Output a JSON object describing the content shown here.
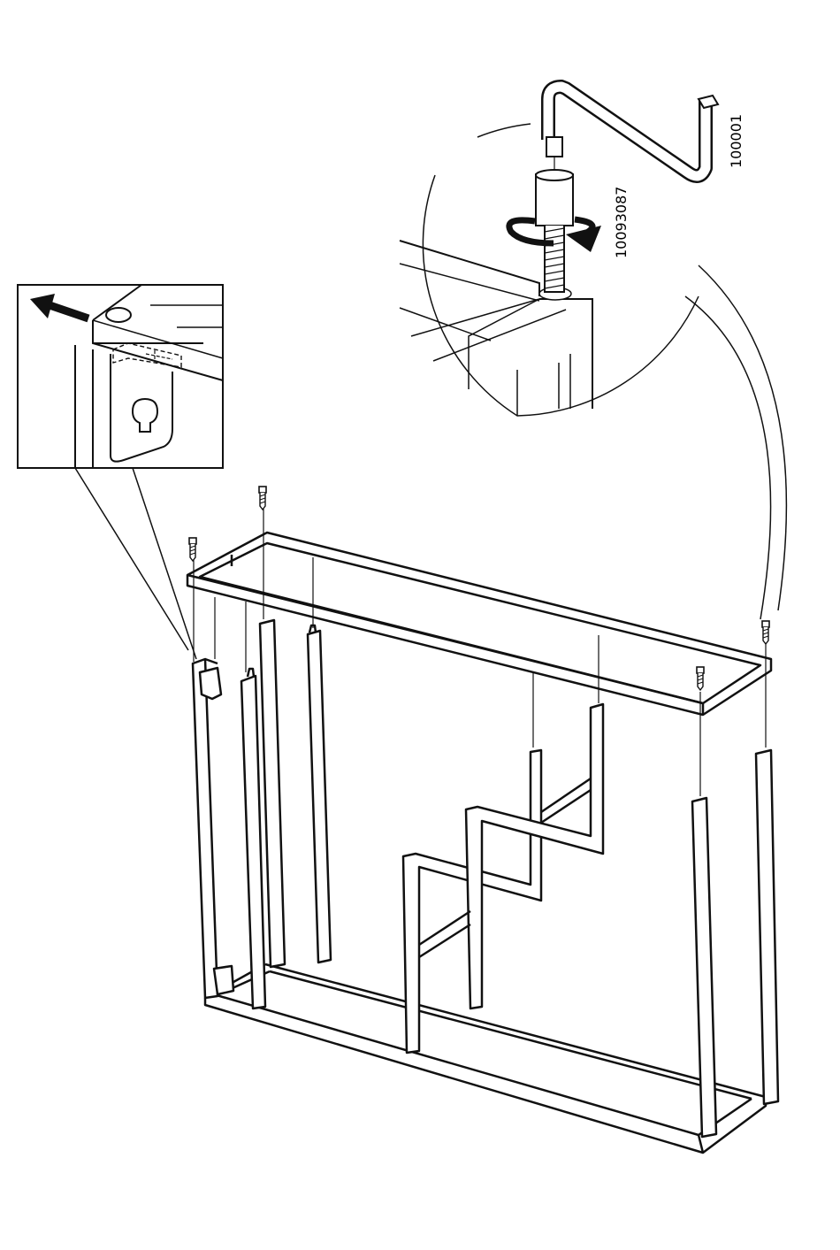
{
  "page": {
    "background": "#ffffff",
    "ink": "#1a1a1a"
  },
  "parts": {
    "screw_id": "10093087",
    "allen_key_id": "100001"
  },
  "icons": {
    "arrow": "arrow-left-icon",
    "rotate": "rotate-clockwise-icon",
    "screw": "screw-icon",
    "allen_key": "allen-key-icon",
    "keyhole": "keyhole-bracket-icon"
  },
  "screws_count": 5
}
